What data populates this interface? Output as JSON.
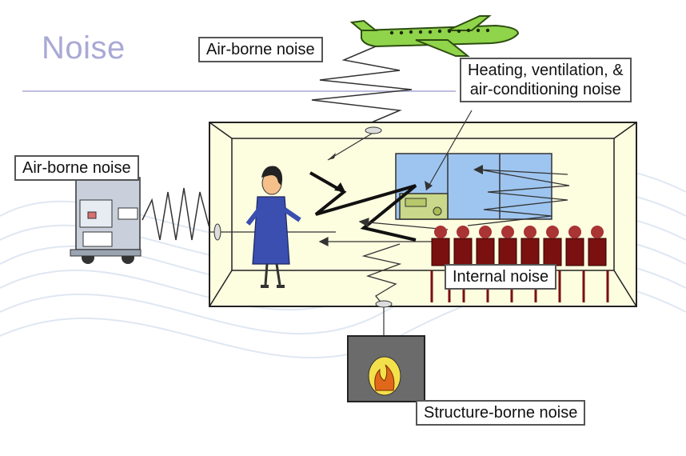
{
  "title": "Noise",
  "labels": {
    "airborne_top": "Air-borne noise",
    "airborne_left": "Air-borne noise",
    "hvac": "Heating, ventilation, &\nair-conditioning noise",
    "internal": "Internal noise",
    "structure": "Structure-borne noise"
  },
  "colors": {
    "title": "#a9a9d6",
    "room_fill": "#fdfde0",
    "room_border": "#222222",
    "window_fill": "#9ec5f0",
    "airplane": "#8fd44a",
    "person_dress": "#3a4fb0",
    "chairs": "#7a1010",
    "furnace_box": "#6b6b6b",
    "flame": "#e0681a"
  }
}
